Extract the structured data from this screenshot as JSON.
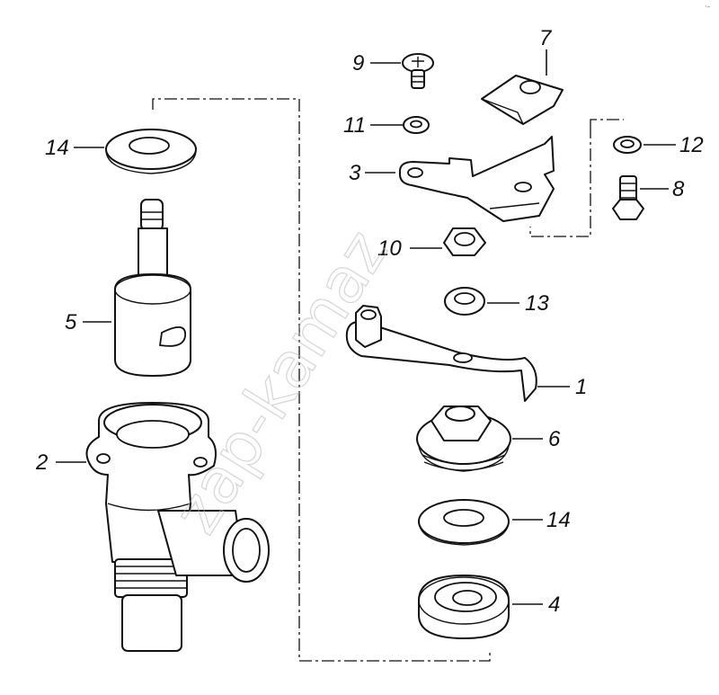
{
  "watermark": "zap-kamaz",
  "corner_mark": "·–",
  "callouts": {
    "c1": "1",
    "c2": "2",
    "c3": "3",
    "c4": "4",
    "c5": "5",
    "c6": "6",
    "c7": "7",
    "c8": "8",
    "c9": "9",
    "c10": "10",
    "c11": "11",
    "c12": "12",
    "c13": "13",
    "c14_left": "14",
    "c14_right": "14"
  },
  "colors": {
    "ink": "#111111",
    "watermark": "#b8b8b8",
    "corner": "#3b6fd6"
  }
}
